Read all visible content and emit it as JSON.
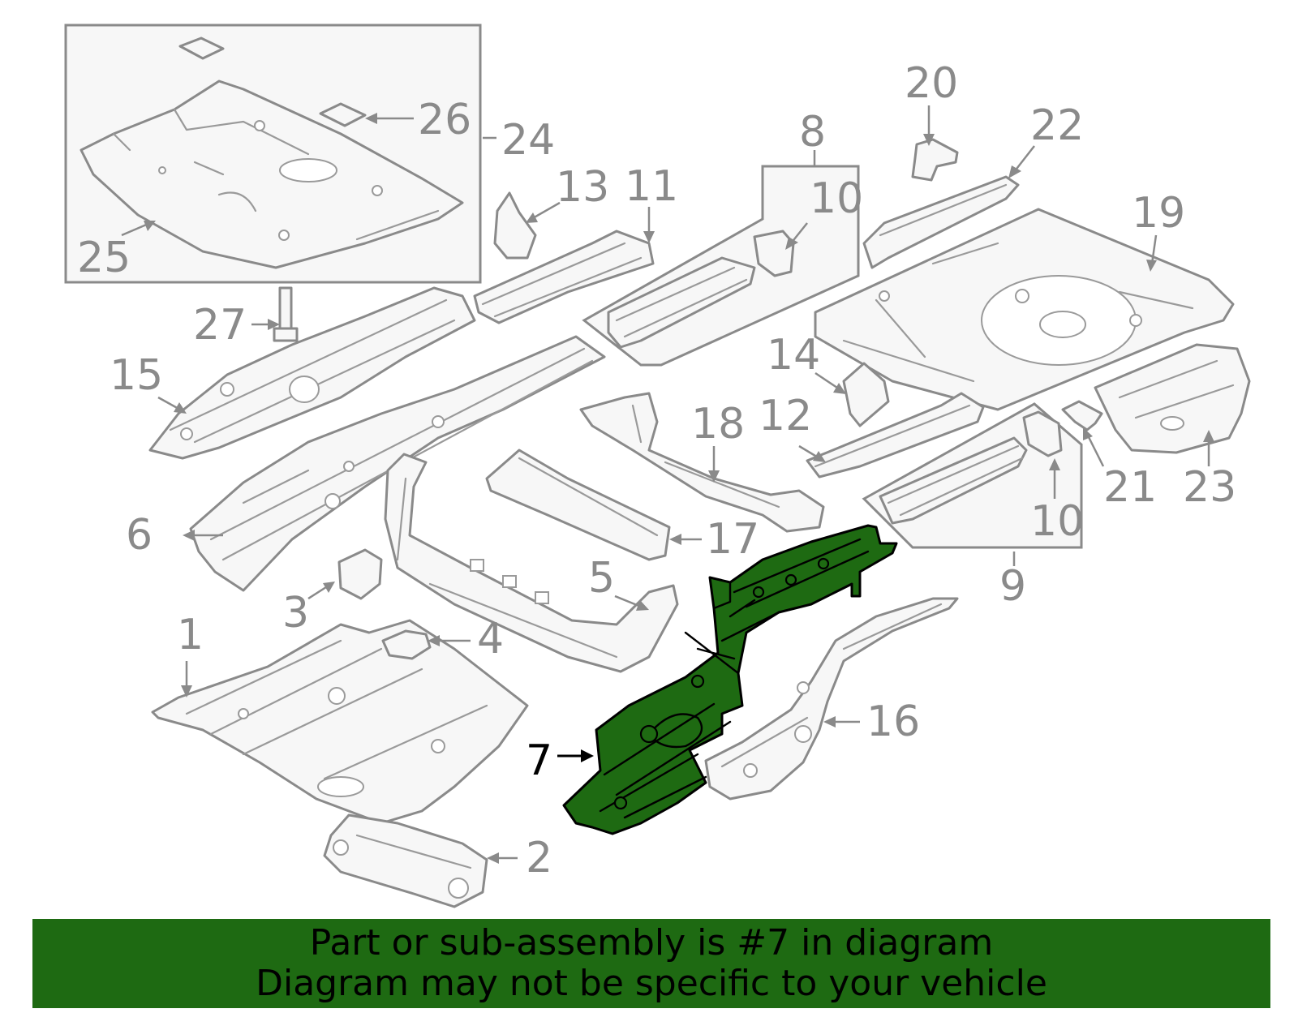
{
  "diagram": {
    "highlight_color": "#1e6a12",
    "highlighted_part": "7",
    "callouts": [
      {
        "id": "1",
        "label": "1"
      },
      {
        "id": "2",
        "label": "2"
      },
      {
        "id": "3",
        "label": "3"
      },
      {
        "id": "4",
        "label": "4"
      },
      {
        "id": "5",
        "label": "5"
      },
      {
        "id": "6",
        "label": "6"
      },
      {
        "id": "7",
        "label": "7"
      },
      {
        "id": "8",
        "label": "8"
      },
      {
        "id": "9",
        "label": "9"
      },
      {
        "id": "10a",
        "label": "10"
      },
      {
        "id": "10b",
        "label": "10"
      },
      {
        "id": "11",
        "label": "11"
      },
      {
        "id": "12",
        "label": "12"
      },
      {
        "id": "13",
        "label": "13"
      },
      {
        "id": "14",
        "label": "14"
      },
      {
        "id": "15",
        "label": "15"
      },
      {
        "id": "16",
        "label": "16"
      },
      {
        "id": "17",
        "label": "17"
      },
      {
        "id": "18",
        "label": "18"
      },
      {
        "id": "19",
        "label": "19"
      },
      {
        "id": "20",
        "label": "20"
      },
      {
        "id": "21",
        "label": "21"
      },
      {
        "id": "22",
        "label": "22"
      },
      {
        "id": "23",
        "label": "23"
      },
      {
        "id": "24",
        "label": "24"
      },
      {
        "id": "25",
        "label": "25"
      },
      {
        "id": "26",
        "label": "26"
      },
      {
        "id": "27",
        "label": "27"
      }
    ]
  },
  "banner": {
    "line1": "Part or sub-assembly is #7 in diagram",
    "line2": "Diagram may not be specific to your vehicle",
    "background": "#1e6a12"
  }
}
